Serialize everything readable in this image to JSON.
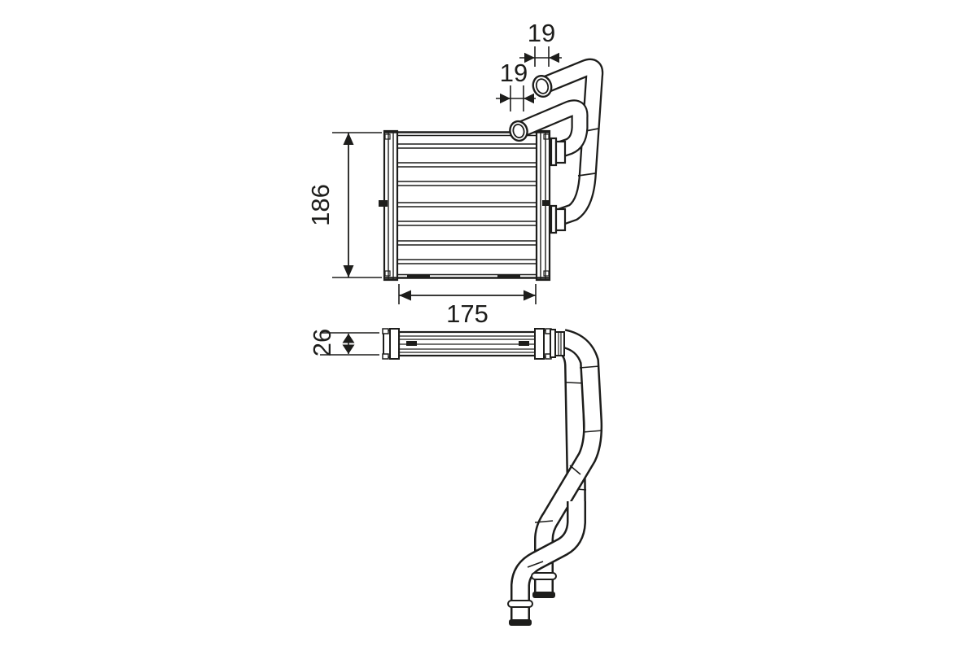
{
  "drawing": {
    "kind": "technical-drawing",
    "dimensions": {
      "height": "186",
      "width": "175",
      "depth": "26",
      "pipe_outer_upper": "19",
      "pipe_outer_lower": "19"
    },
    "style": {
      "line_color": "#1d1d1b",
      "background": "#ffffff"
    }
  }
}
